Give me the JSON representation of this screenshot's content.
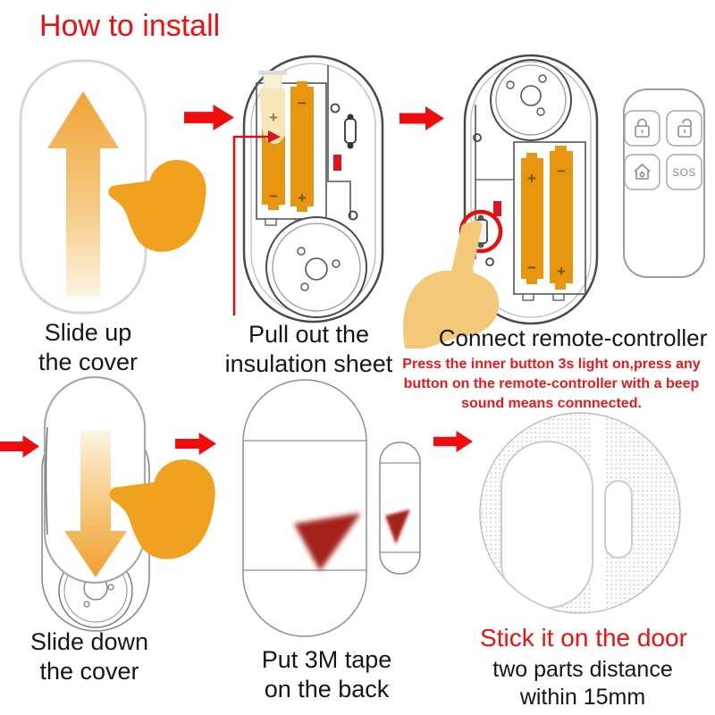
{
  "title": "How to install",
  "colors": {
    "accent_red": "#f10e0e",
    "note_red": "#e8191e",
    "hand_orange": "#efa11f",
    "hand_tan": "#f3c879",
    "battery_orange": "#e8950f",
    "insulation_cream": "#f6e6b8",
    "tape_red": "#a5241c",
    "led_red": "#e01321"
  },
  "steps": [
    {
      "caption": [
        "Slide up",
        "the cover"
      ]
    },
    {
      "caption": [
        "Pull out the",
        "insulation sheet"
      ]
    },
    {
      "caption": [
        "Connect remote-controller"
      ],
      "note": [
        "Press the inner button 3s light on,press any",
        "button on the remote-controller with a beep",
        "sound means connnected."
      ]
    },
    {
      "caption": [
        "Slide down",
        "the cover"
      ]
    },
    {
      "caption": [
        "Put 3M tape",
        "on the back"
      ]
    },
    {
      "caption_highlight": "Stick it on the door",
      "caption": [
        "two parts distance",
        "within 15mm"
      ]
    }
  ],
  "remote": {
    "sos": "SOS",
    "buttons": [
      "lock",
      "unlock",
      "home-arm",
      "sos"
    ]
  },
  "battery": {
    "plus": "+",
    "minus": "−"
  }
}
